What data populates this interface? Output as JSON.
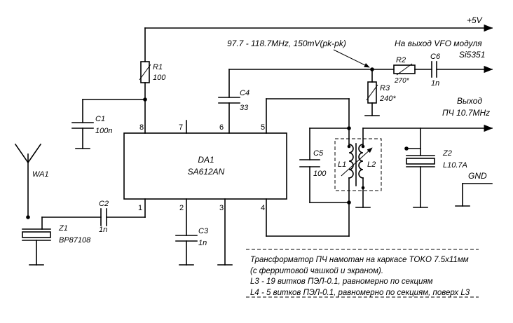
{
  "power": {
    "label": "+5V"
  },
  "freq_label": "97.7 - 118.7MHz, 150mV(pk-pk)",
  "vfo_label": "На выход VFO модуля",
  "vfo_module": "Si5351",
  "output_label": "Выход",
  "output_freq": "ПЧ 10.7MHz",
  "gnd_label": "GND",
  "ic": {
    "ref": "DA1",
    "part": "SA612AN",
    "pins": [
      "1",
      "2",
      "3",
      "4",
      "5",
      "6",
      "7",
      "8"
    ]
  },
  "components": {
    "R1": {
      "ref": "R1",
      "value": "100"
    },
    "R2": {
      "ref": "R2",
      "value": "270*"
    },
    "R3": {
      "ref": "R3",
      "value": "240*"
    },
    "C1": {
      "ref": "C1",
      "value": "100n"
    },
    "C2": {
      "ref": "C2",
      "value": "1n"
    },
    "C3": {
      "ref": "C3",
      "value": "1n"
    },
    "C4": {
      "ref": "C4",
      "value": "33"
    },
    "C5": {
      "ref": "C5",
      "value": "100"
    },
    "C6": {
      "ref": "C6",
      "value": "1n"
    },
    "L1": {
      "ref": "L1"
    },
    "L2": {
      "ref": "L2"
    },
    "Z1": {
      "ref": "Z1",
      "value": "BP87108"
    },
    "Z2": {
      "ref": "Z2",
      "value": "L10.7A"
    },
    "WA1": {
      "ref": "WA1"
    }
  },
  "notes": [
    "Трансформатор ПЧ намотан на каркасе TOKO 7.5x11мм",
    "(с ферритовой чашкой и экраном).",
    "L3 - 19 витков ПЭЛ-0.1, равномерно по секциям",
    "L4 - 5 витков ПЭЛ-0.1, равномерно по секциям, поверх L3"
  ]
}
